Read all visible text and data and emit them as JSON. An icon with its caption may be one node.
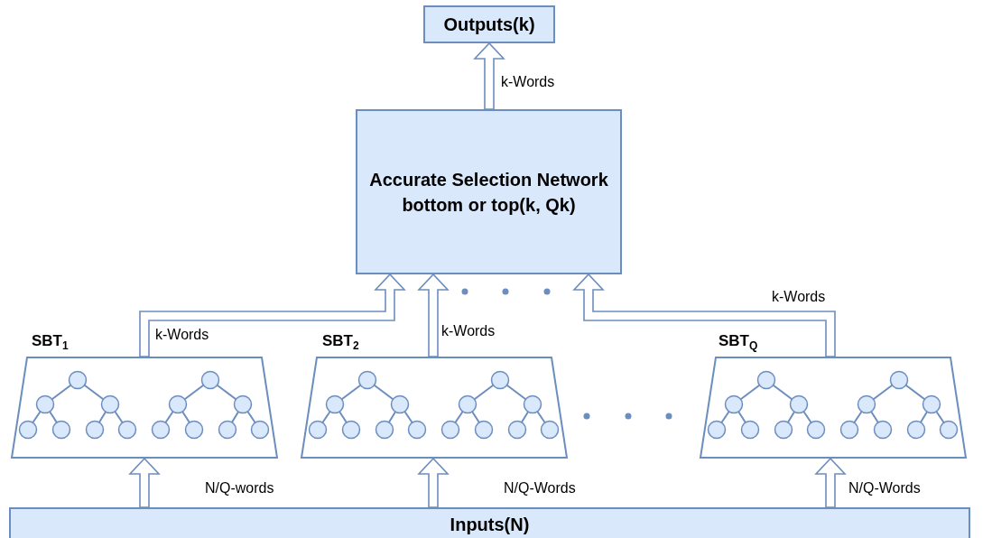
{
  "diagram": {
    "nodes": [
      {
        "text": [
          "Outputs(k)"
        ]
      },
      {
        "text": [
          "Accurate Selection Network",
          "bottom or top(k, Qk)"
        ]
      },
      {
        "text": [
          "SBT$_{1}$"
        ]
      },
      {
        "text": [
          "SBT$_{2}$"
        ]
      },
      {
        "text": [
          "SBT$_{Q}$"
        ]
      },
      {
        "text": [
          "Inputs(N)"
        ]
      }
    ],
    "edges": [
      {
        "from": 5,
        "to": 2,
        "arrow": "to",
        "label": "N/Q-words"
      },
      {
        "from": 5,
        "to": 3,
        "arrow": "to",
        "label": "N/Q-Words"
      },
      {
        "from": 5,
        "to": 4,
        "arrow": "to",
        "label": "N/Q-Words"
      },
      {
        "from": 2,
        "to": 1,
        "arrow": "to",
        "label": "k-Words"
      },
      {
        "from": 3,
        "to": 1,
        "arrow": "to",
        "label": "k-Words"
      },
      {
        "from": 4,
        "to": 1,
        "arrow": "to",
        "label": "k-Words"
      },
      {
        "from": 1,
        "to": 0,
        "arrow": "to",
        "label": "k-Words"
      }
    ]
  }
}
